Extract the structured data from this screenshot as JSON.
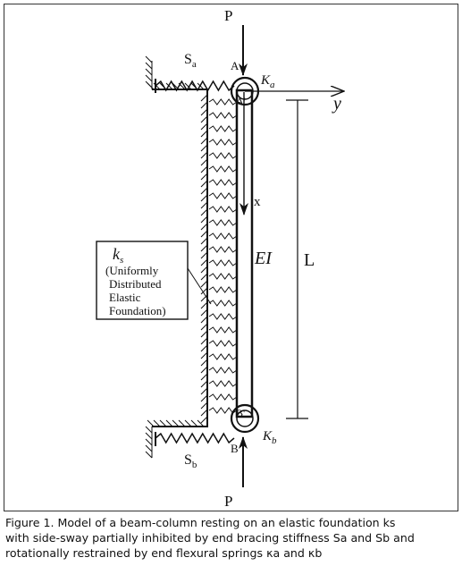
{
  "labels": {
    "load_top": "P",
    "load_bottom": "P",
    "spring_top": "Sa",
    "spring_bottom": "Sb",
    "node_top": "A",
    "node_top_prime": "A'",
    "node_bottom": "B",
    "node_bottom_prime": "B'",
    "kappa_top": "Ka",
    "kappa_bottom": "Kb",
    "axis_y": "y",
    "axis_x": "x",
    "stiffness": "EI",
    "length": "L",
    "foundation_symbol": "ks",
    "foundation_desc": [
      "(Uniformly",
      "Distributed",
      "Elastic",
      "Foundation)"
    ]
  },
  "caption": {
    "lines": [
      "Figure 1.  Model of a beam-column resting on an elastic foundation ks",
      "with side-sway partially inhibited by end bracing stiffness Sa and Sb and",
      "rotationally restrained by end flexural springs κa and κb"
    ]
  },
  "colors": {
    "ink": "#111111",
    "background": "#ffffff"
  }
}
